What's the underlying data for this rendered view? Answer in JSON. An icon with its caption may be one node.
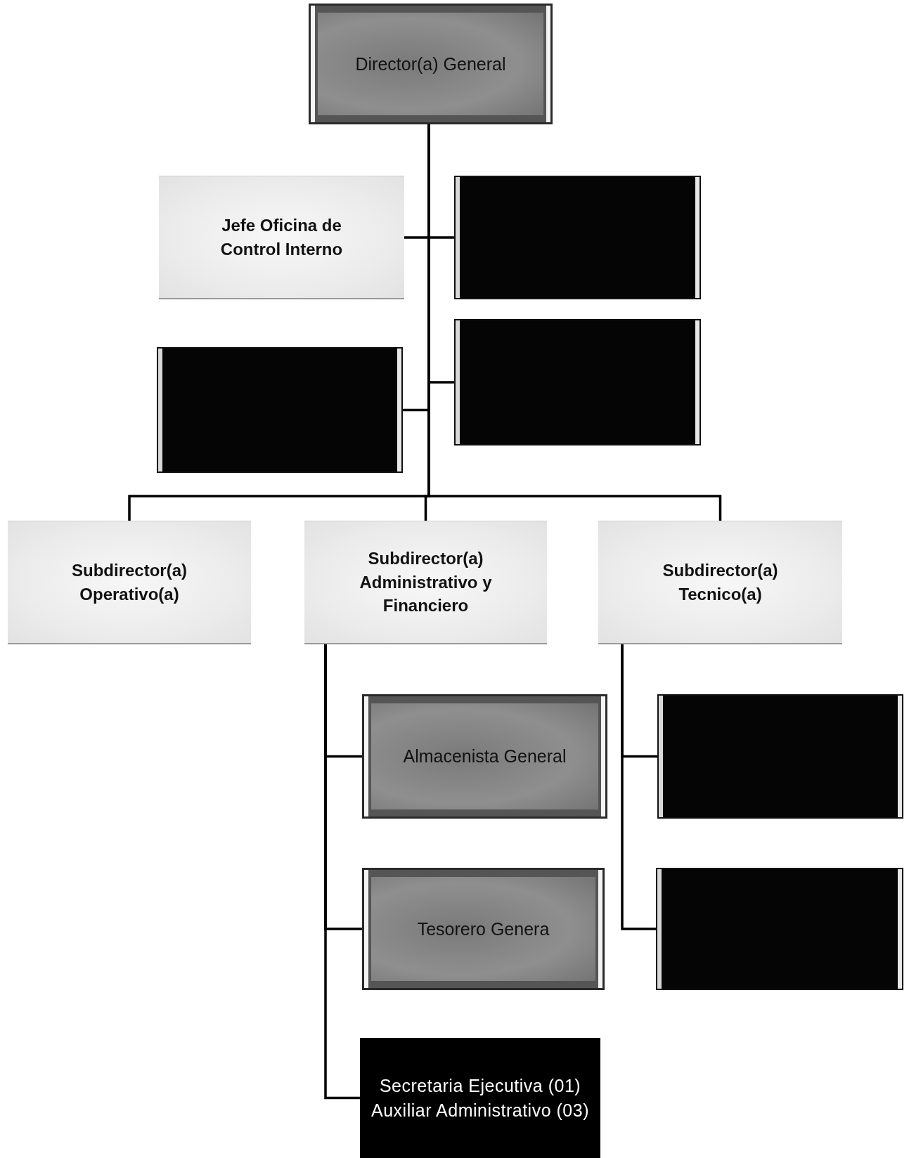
{
  "diagram": {
    "nodes": [
      {
        "text": [
          "Director(a) General"
        ]
      },
      {
        "text": [
          "Jefe Oficina de Control Interno"
        ]
      },
      {
        "text": [],
        "shape": "box"
      },
      {
        "text": [],
        "shape": "box"
      },
      {
        "text": [],
        "shape": "box"
      },
      {
        "text": [
          "Subdirector(a) Operativo(a)"
        ]
      },
      {
        "text": [
          "Subdirector(a) Administrativo y Financiero"
        ]
      },
      {
        "text": [
          "Subdirector(a) Tecnico(a)"
        ]
      },
      {
        "text": [
          "Almacenista General"
        ]
      },
      {
        "text": [],
        "shape": "box"
      },
      {
        "text": [
          "Tesorero Genera"
        ]
      },
      {
        "text": [],
        "shape": "box"
      },
      {
        "text": [
          "Secretaria Ejecutiva (01)",
          "Auxiliar Administrativo (03)"
        ]
      }
    ],
    "edges": [
      {
        "from": 0,
        "to": 1,
        "arrow": "none"
      },
      {
        "from": 0,
        "to": 2,
        "arrow": "none"
      },
      {
        "from": 0,
        "to": 3,
        "arrow": "none"
      },
      {
        "from": 0,
        "to": 4,
        "arrow": "none"
      },
      {
        "from": 0,
        "to": 5,
        "arrow": "none"
      },
      {
        "from": 0,
        "to": 6,
        "arrow": "none"
      },
      {
        "from": 0,
        "to": 7,
        "arrow": "none"
      },
      {
        "from": 6,
        "to": 8,
        "arrow": "none"
      },
      {
        "from": 6,
        "to": 10,
        "arrow": "none"
      },
      {
        "from": 6,
        "to": 12,
        "arrow": "none"
      },
      {
        "from": 7,
        "to": 9,
        "arrow": "none"
      },
      {
        "from": 7,
        "to": 11,
        "arrow": "none"
      }
    ]
  }
}
